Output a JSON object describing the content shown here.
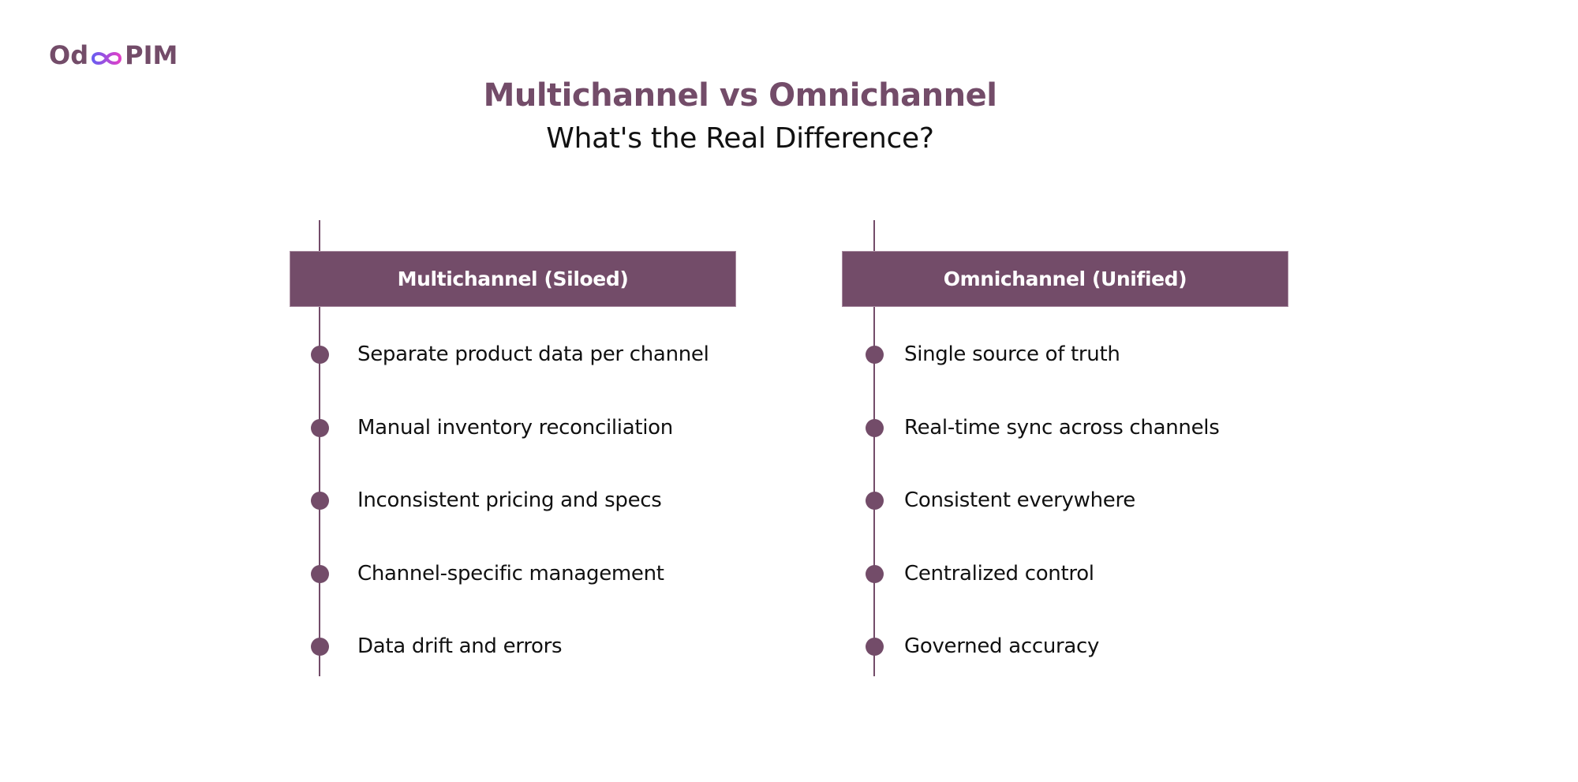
{
  "brand": {
    "logo_text_left": "Od",
    "logo_text_right": "PIM",
    "logo_icon": "infinity-icon",
    "primary_color": "#734c69",
    "gradient_colors": [
      "#6a5cf0",
      "#e040c8"
    ]
  },
  "header": {
    "title": "Multichannel vs Omnichannel",
    "subtitle": "What's the Real Difference?"
  },
  "columns": [
    {
      "heading": "Multichannel (Siloed)",
      "items": [
        "Separate product data per channel",
        "Manual inventory reconciliation",
        "Inconsistent pricing and specs",
        "Channel-specific management",
        "Data drift and errors"
      ]
    },
    {
      "heading": "Omnichannel (Unified)",
      "items": [
        "Single source of truth",
        "Real-time sync across channels",
        "Consistent everywhere",
        "Centralized control",
        "Governed accuracy"
      ]
    }
  ]
}
